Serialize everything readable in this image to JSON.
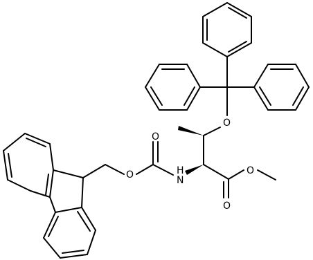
{
  "molecule": {
    "atom_labels": {
      "ester_carbonyl_oxygen": "O",
      "ester_ether_oxygen": "O",
      "trityl_ether_oxygen": "O",
      "nitrogen": "N",
      "nitrogen_h": "H",
      "fmoc_carbonyl_oxygen": "O",
      "fmoc_ether_oxygen": "O"
    }
  },
  "colors": {
    "bond": "#000000",
    "background": "#ffffff"
  }
}
